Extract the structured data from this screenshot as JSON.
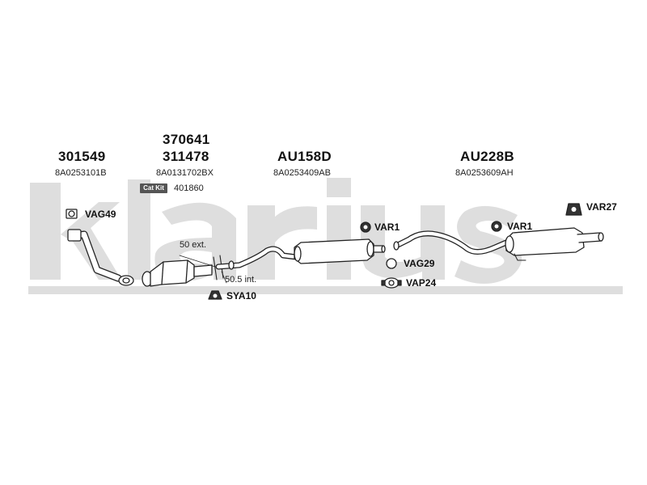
{
  "watermark": {
    "text": "klarius",
    "color": "#dedede"
  },
  "groups": [
    {
      "main": "301549",
      "ref": "8A0253101B"
    },
    {
      "main_top": "370641",
      "main": "311478",
      "ref": "8A0131702BX"
    },
    {
      "main": "AU158D",
      "ref": "8A0253409AB"
    },
    {
      "main": "AU228B",
      "ref": "8A0253609AH"
    }
  ],
  "cat_kit": {
    "label": "Cat Kit",
    "code": "401860"
  },
  "parts": {
    "vag49": "VAG49",
    "sya10": "SYA10",
    "var1_a": "VAR1",
    "var1_b": "VAR1",
    "vag29": "VAG29",
    "vap24": "VAP24",
    "var27": "VAR27"
  },
  "notes": {
    "ext": "50 ext.",
    "int": "50.5 int."
  },
  "colors": {
    "pipe": "#222222",
    "fill": "#ffffff",
    "icon_fill": "#333333"
  }
}
